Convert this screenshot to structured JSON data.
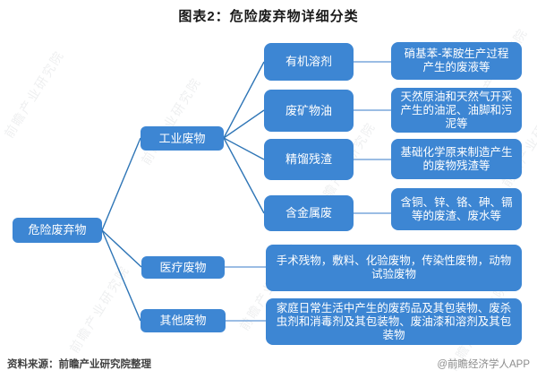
{
  "title": "图表2：危险废弃物详细分类",
  "tree": {
    "root": {
      "label": "危险废弃物"
    },
    "industrial": {
      "label": "工业废物",
      "children": [
        {
          "label": "有机溶剂",
          "desc": "硝基苯-苯胺生产过程产生的废液等"
        },
        {
          "label": "废矿物油",
          "desc": "天然原油和天然气开采产生的油泥、油脚和污泥等"
        },
        {
          "label": "精馏残渣",
          "desc": "基础化学原来制造产生的废物残渣等"
        },
        {
          "label": "含金属废",
          "desc": "含铜、锌、铬、砷、镉等的废渣、废水等"
        }
      ]
    },
    "medical": {
      "label": "医疗废物",
      "desc": "手术残物，敷料、化验废物，传染性废物，动物试验废物"
    },
    "other": {
      "label": "其他废物",
      "desc": "家庭日常生活中产生的废药品及其包装物、废杀虫剂和消毒剂及其包装物、废油漆和溶剂及其包装物"
    }
  },
  "footer": {
    "source": "资料来源：前瞻产业研究院整理",
    "credit": "@前瞻经济学人APP"
  },
  "watermark": {
    "text": "前瞻产业研究院"
  },
  "colors": {
    "node_fill": "#3d86d3",
    "connector": "#2e75b6",
    "connector_light": "#7aa7dc"
  }
}
